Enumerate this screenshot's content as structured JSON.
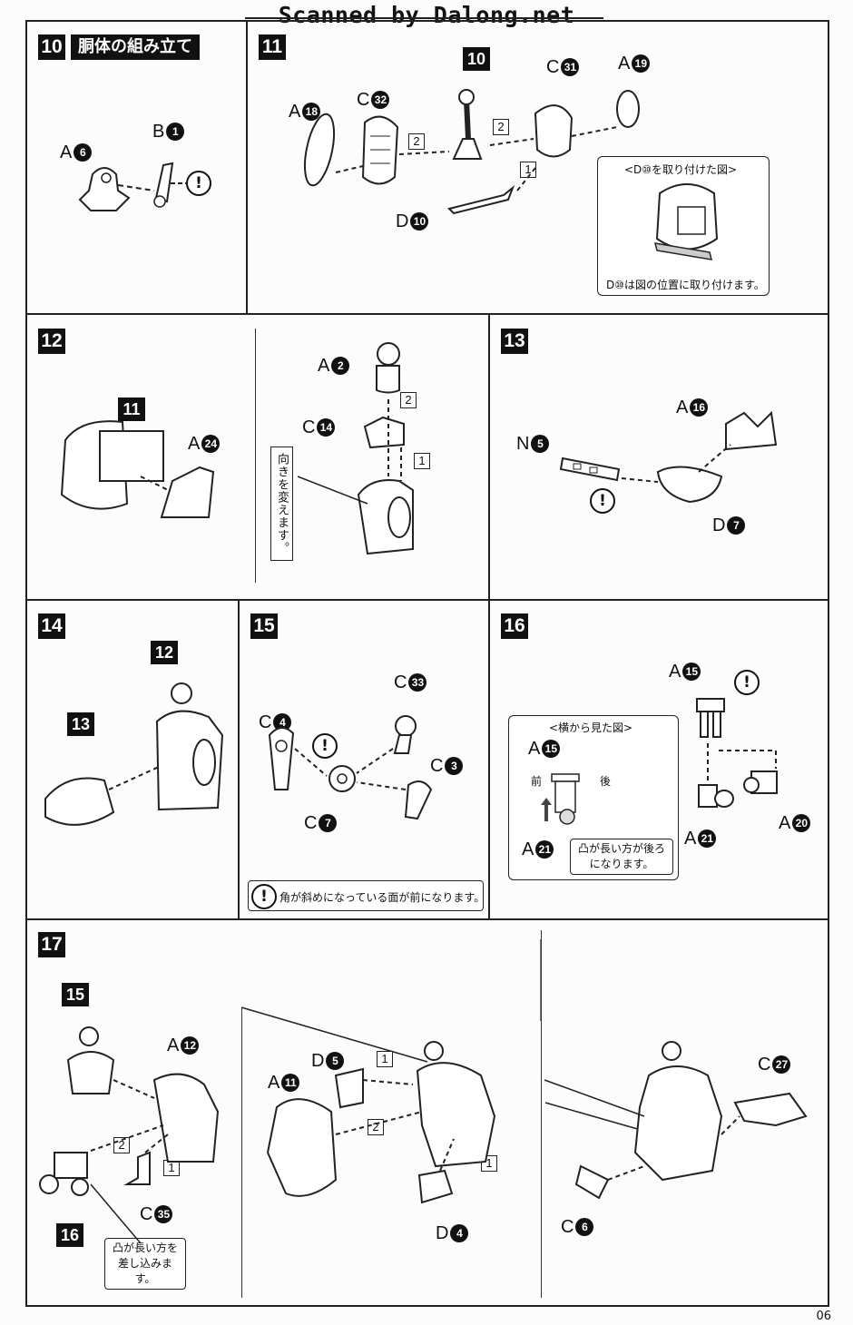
{
  "header": "Scanned by Dalong.net",
  "page_number": "06",
  "steps": {
    "s10": {
      "num": "10",
      "title": "胴体の組み立て"
    },
    "s11": {
      "num": "11",
      "inset_title": "<D⑩を取り付けた図>",
      "inset_note": "D⑩は図の位置に取り付けます。"
    },
    "s12": {
      "num": "12",
      "ref": "11",
      "vertical_note": "向きを変えます。"
    },
    "s13": {
      "num": "13"
    },
    "s14": {
      "num": "14",
      "ref_a": "12",
      "ref_b": "13"
    },
    "s15": {
      "num": "15",
      "note": "角が斜めになっている面が前になります。"
    },
    "s16": {
      "num": "16",
      "inset_title": "<横から見た図>",
      "front": "前",
      "back": "後",
      "callout": "凸が長い方が後ろになります。"
    },
    "s17": {
      "num": "17",
      "ref_a": "15",
      "ref_b": "16",
      "callout": "凸が長い方を差し込みます。"
    }
  },
  "labels": {
    "a6": {
      "l": "A",
      "n": "6"
    },
    "b1": {
      "l": "B",
      "n": "1"
    },
    "a18": {
      "l": "A",
      "n": "18"
    },
    "c32": {
      "l": "C",
      "n": "32"
    },
    "p10": {
      "l": "",
      "n": "10"
    },
    "c31": {
      "l": "C",
      "n": "31"
    },
    "a19": {
      "l": "A",
      "n": "19"
    },
    "d10": {
      "l": "D",
      "n": "10"
    },
    "a2": {
      "l": "A",
      "n": "2"
    },
    "c14": {
      "l": "C",
      "n": "14"
    },
    "a24": {
      "l": "A",
      "n": "24"
    },
    "a16": {
      "l": "A",
      "n": "16"
    },
    "n5": {
      "l": "N",
      "n": "5"
    },
    "d7": {
      "l": "D",
      "n": "7"
    },
    "c4": {
      "l": "C",
      "n": "4"
    },
    "c33": {
      "l": "C",
      "n": "33"
    },
    "c3": {
      "l": "C",
      "n": "3"
    },
    "c7": {
      "l": "C",
      "n": "7"
    },
    "a15": {
      "l": "A",
      "n": "15"
    },
    "a15b": {
      "l": "A",
      "n": "15"
    },
    "a21": {
      "l": "A",
      "n": "21"
    },
    "a21b": {
      "l": "A",
      "n": "21"
    },
    "a20": {
      "l": "A",
      "n": "20"
    },
    "a12": {
      "l": "A",
      "n": "12"
    },
    "c35": {
      "l": "C",
      "n": "35"
    },
    "d5": {
      "l": "D",
      "n": "5"
    },
    "a11": {
      "l": "A",
      "n": "11"
    },
    "d4": {
      "l": "D",
      "n": "4"
    },
    "c27": {
      "l": "C",
      "n": "27"
    },
    "c6": {
      "l": "C",
      "n": "6"
    }
  },
  "order": {
    "one": "1",
    "two": "2"
  },
  "warn": "!"
}
